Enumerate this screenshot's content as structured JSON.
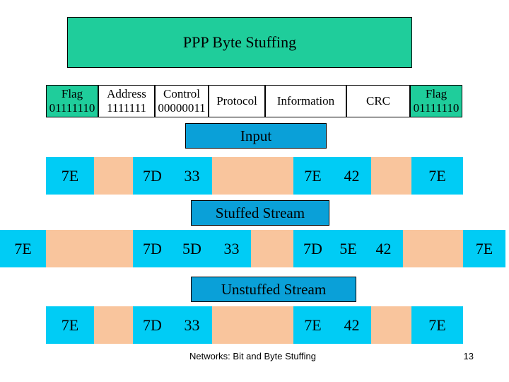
{
  "title": "PPP Byte Stuffing",
  "frame": {
    "flag_start": {
      "label": "Flag",
      "bits": "01111110"
    },
    "address": {
      "label": "Address",
      "bits": "1111111"
    },
    "control": {
      "label": "Control",
      "bits": "00000011"
    },
    "protocol": {
      "label": "Protocol"
    },
    "information": {
      "label": "Information"
    },
    "crc": {
      "label": "CRC"
    },
    "flag_end": {
      "label": "Flag",
      "bits": "01111110"
    }
  },
  "labels": {
    "input": "Input",
    "stuffed": "Stuffed Stream",
    "unstuffed": "Unstuffed Stream"
  },
  "rows": {
    "input": [
      "7E",
      "",
      "7D",
      "33",
      "",
      "7E",
      "42",
      "",
      "7E"
    ],
    "stuffed": [
      "7E",
      "",
      "7D",
      "5D",
      "33",
      "",
      "7D",
      "5E",
      "42",
      "",
      "7E"
    ],
    "unstuffed": [
      "7E",
      "",
      "7D",
      "33",
      "",
      "7E",
      "42",
      "",
      "7E"
    ]
  },
  "colors": {
    "title_bg": "#1fcd9b",
    "banner_bg": "#0aa0d8",
    "byte_blue": "#00ccf5",
    "byte_peach": "#f9c59d"
  },
  "footer": {
    "caption": "Networks: Bit and Byte Stuffing",
    "page": "13"
  }
}
